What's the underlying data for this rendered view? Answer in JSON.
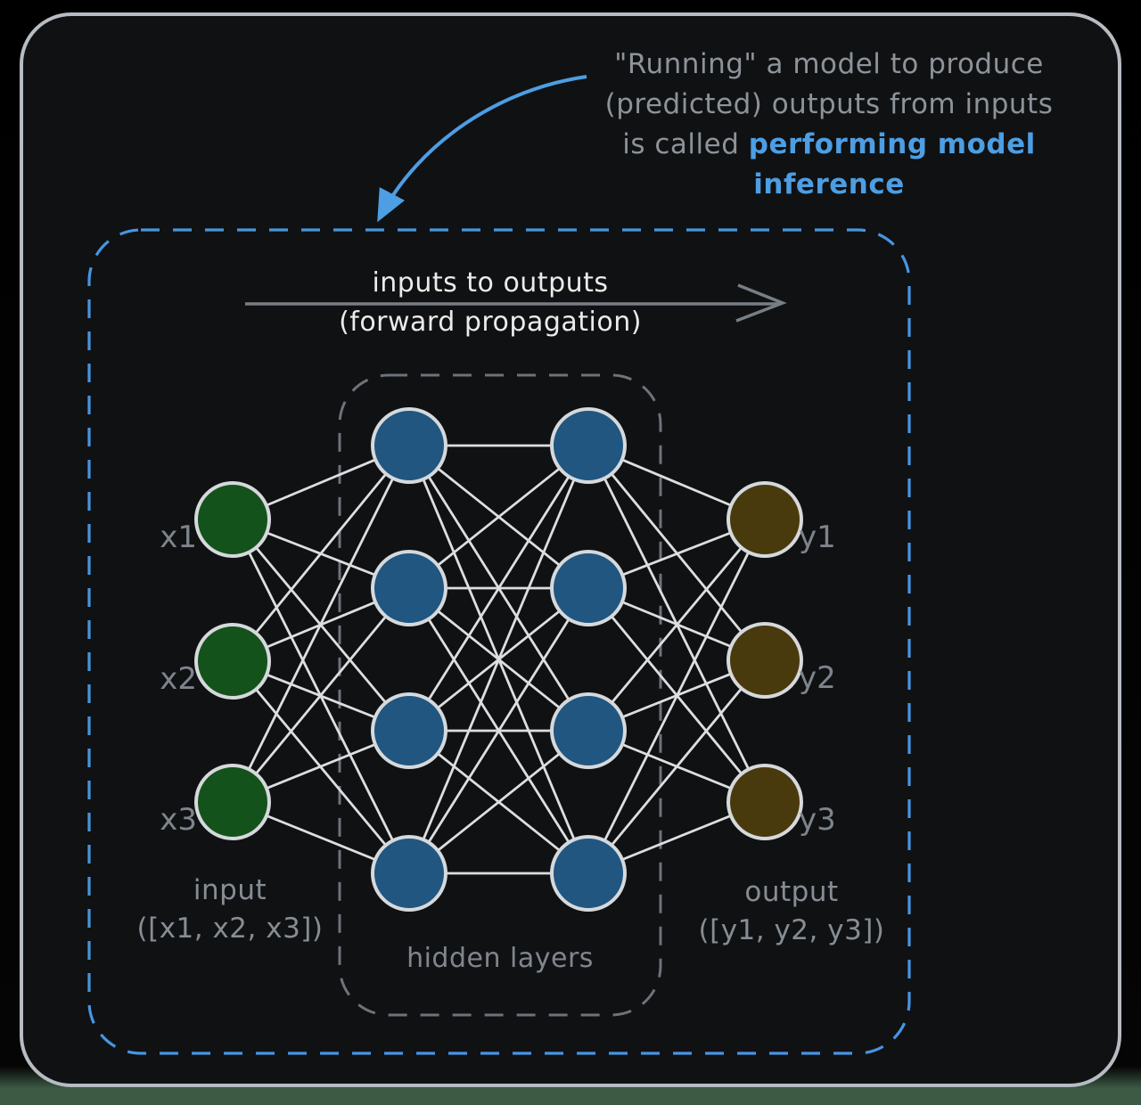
{
  "annotation": {
    "line1": "\"Running\" a model to produce",
    "line2": "(predicted) outputs from inputs",
    "line3_prefix": "is called ",
    "line3_highlight": "performing model inference"
  },
  "flow": {
    "title": "inputs to outputs",
    "subtitle": "(forward propagation)"
  },
  "diagram": {
    "input_caption_line1": "input",
    "input_caption_line2": "([x1, x2, x3])",
    "output_caption_line1": "output",
    "output_caption_line2": "([y1, y2, y3])",
    "hidden_caption": "hidden layers",
    "input_nodes": [
      {
        "label": "x1"
      },
      {
        "label": "x2"
      },
      {
        "label": "x3"
      }
    ],
    "hidden_layers": [
      {
        "size": 4
      },
      {
        "size": 4
      }
    ],
    "output_nodes": [
      {
        "label": "y1"
      },
      {
        "label": "y2"
      },
      {
        "label": "y3"
      }
    ]
  },
  "colors": {
    "input_node_fill": "#14521c",
    "hidden_node_fill": "#205680",
    "output_node_fill": "#493a0e",
    "node_stroke": "#d6d9dc",
    "edge": "#dcdedf",
    "accent_blue": "#4d9ee3",
    "dashed_blue_border": "#4795e2",
    "dashed_gray_border": "#6c737b",
    "flow_arrow_gray": "#777e86",
    "node_label_gray": "#7d848c",
    "muted_text_gray": "#8c9399",
    "white_text": "#e9ebec",
    "card_border": "#b6bcc2",
    "card_background": "#101113"
  }
}
